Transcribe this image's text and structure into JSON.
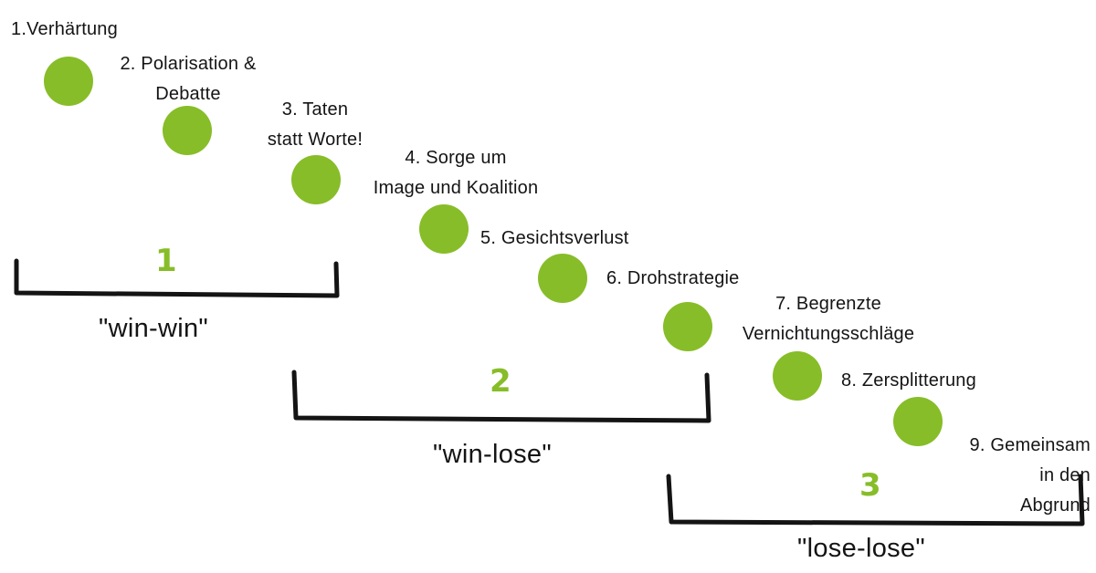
{
  "colors": {
    "dot": "#87BD28",
    "phase_number": "#87BD28",
    "text": "#141414",
    "bracket": "#141414"
  },
  "stages": [
    {
      "lines": [
        "1.Verhärtung"
      ]
    },
    {
      "lines": [
        "2. Polarisation &",
        "Debatte"
      ]
    },
    {
      "lines": [
        "3. Taten",
        "statt Worte!"
      ]
    },
    {
      "lines": [
        "4. Sorge um",
        "Image und Koalition"
      ]
    },
    {
      "lines": [
        "5. Gesichtsverlust"
      ]
    },
    {
      "lines": [
        "6. Drohstrategie"
      ]
    },
    {
      "lines": [
        "7. Begrenzte",
        "Vernichtungsschläge"
      ]
    },
    {
      "lines": [
        "8. Zersplitterung"
      ]
    },
    {
      "lines": [
        "9. Gemeinsam",
        "in den",
        "Abgrund"
      ]
    }
  ],
  "phases": [
    {
      "number": "1",
      "name": "\"win-win\""
    },
    {
      "number": "2",
      "name": "\"win-lose\""
    },
    {
      "number": "3",
      "name": "\"lose-lose\""
    }
  ]
}
